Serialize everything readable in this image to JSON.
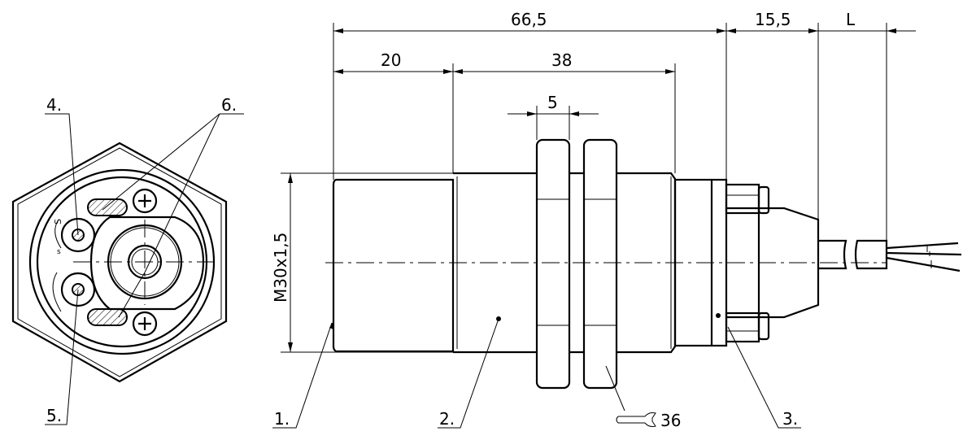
{
  "dimensions": {
    "overall_length": "66,5",
    "connector_length": "15,5",
    "cable_length": "L",
    "front_length": "20",
    "thread_length": "38",
    "nut_thickness": "5",
    "thread": "M30x1,5",
    "wrench_size": "36"
  },
  "labels": {
    "item1": "1.",
    "item2": "2.",
    "item3": "3.",
    "item4": "4.",
    "item5": "5.",
    "item6": "6."
  },
  "markings": {
    "s_upper": "S",
    "s_lower": "s"
  }
}
